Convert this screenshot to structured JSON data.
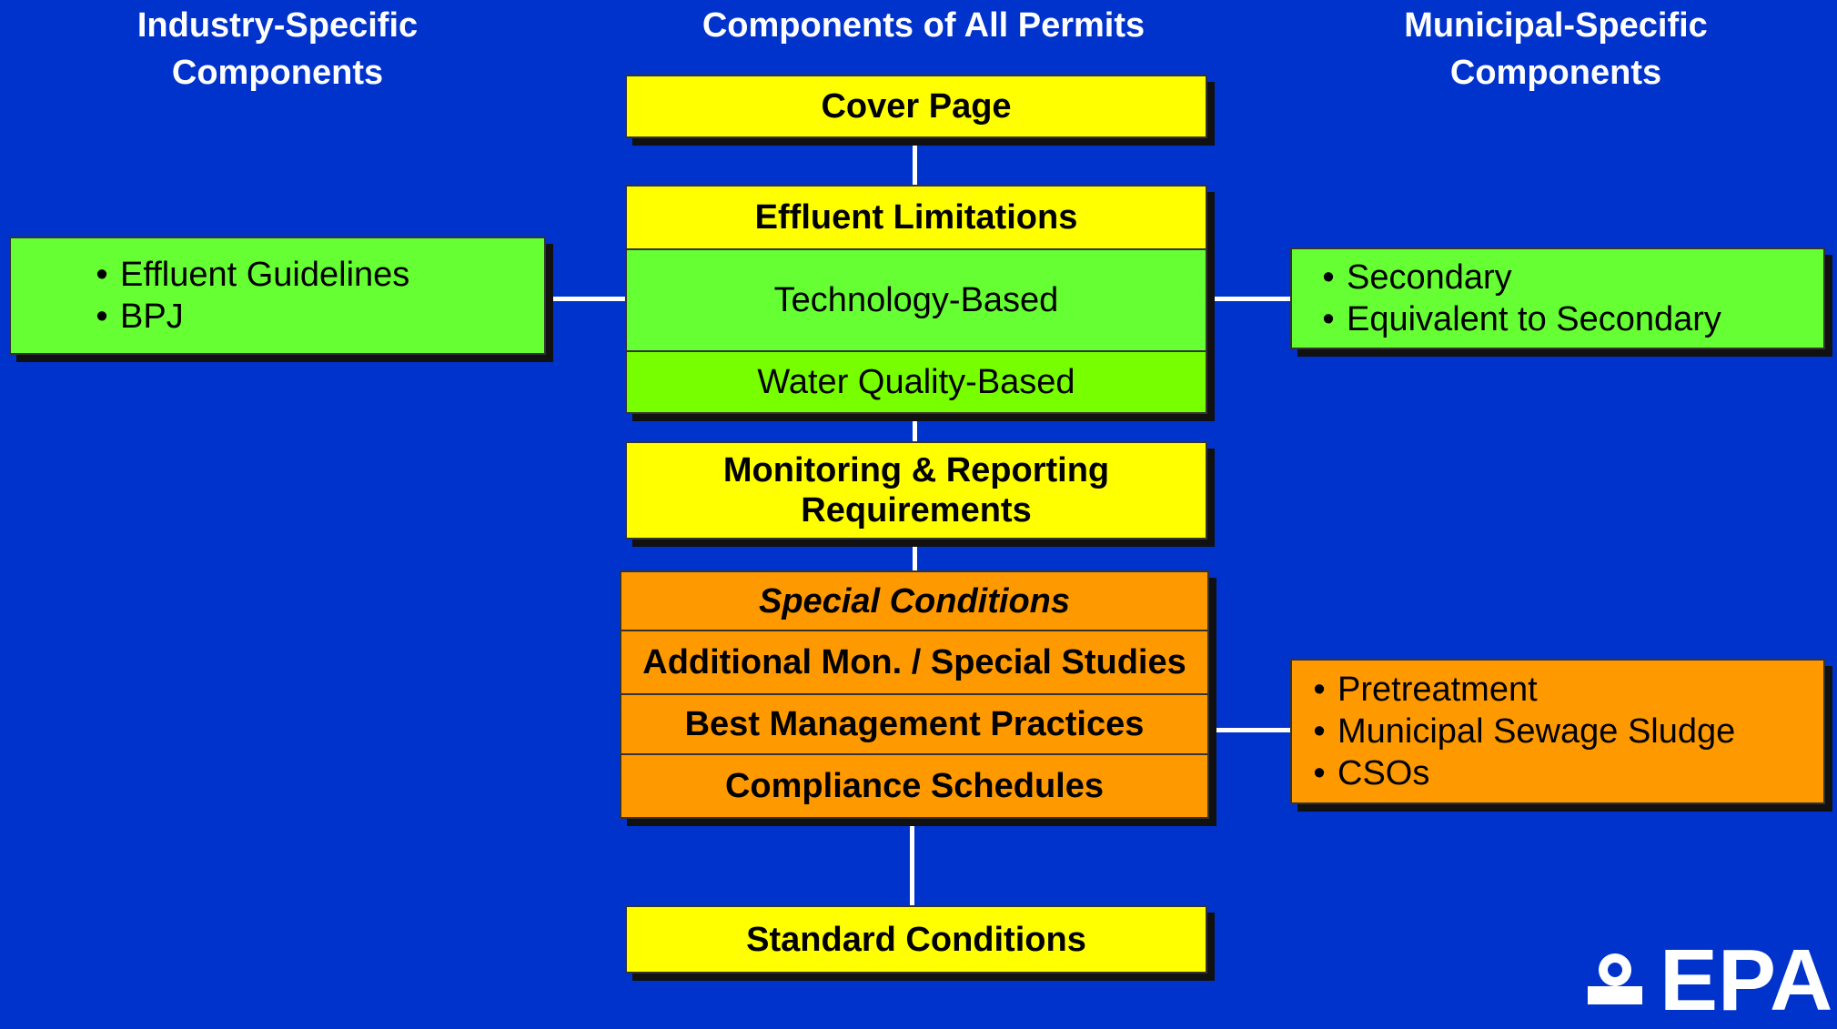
{
  "headings": {
    "left": [
      "Industry-Specific",
      "Components"
    ],
    "center": "Components of All Permits",
    "right": [
      "Municipal-Specific",
      "Components"
    ]
  },
  "center_boxes": {
    "cover_page": "Cover Page",
    "effluent": {
      "title": "Effluent Limitations",
      "technology": "Technology-Based",
      "water_quality": "Water Quality-Based"
    },
    "monitoring": [
      "Monitoring & Reporting",
      "Requirements"
    ],
    "special": {
      "title": "Special Conditions",
      "additional": "Additional Mon. / Special Studies",
      "bmp": "Best Management Practices",
      "compliance": "Compliance Schedules"
    },
    "standard": "Standard Conditions"
  },
  "side_boxes": {
    "industry": [
      "Effluent Guidelines",
      "BPJ"
    ],
    "municipal_technology": [
      "Secondary",
      "Equivalent to Secondary"
    ],
    "municipal_special": [
      "Pretreatment",
      "Municipal Sewage Sludge",
      "CSOs"
    ]
  },
  "bullet_char": "•",
  "logo_text": "EPA",
  "colors": {
    "background": "#0033cc",
    "yellow": "#ffff00",
    "green": "#66ff33",
    "orange": "#ff9900"
  }
}
